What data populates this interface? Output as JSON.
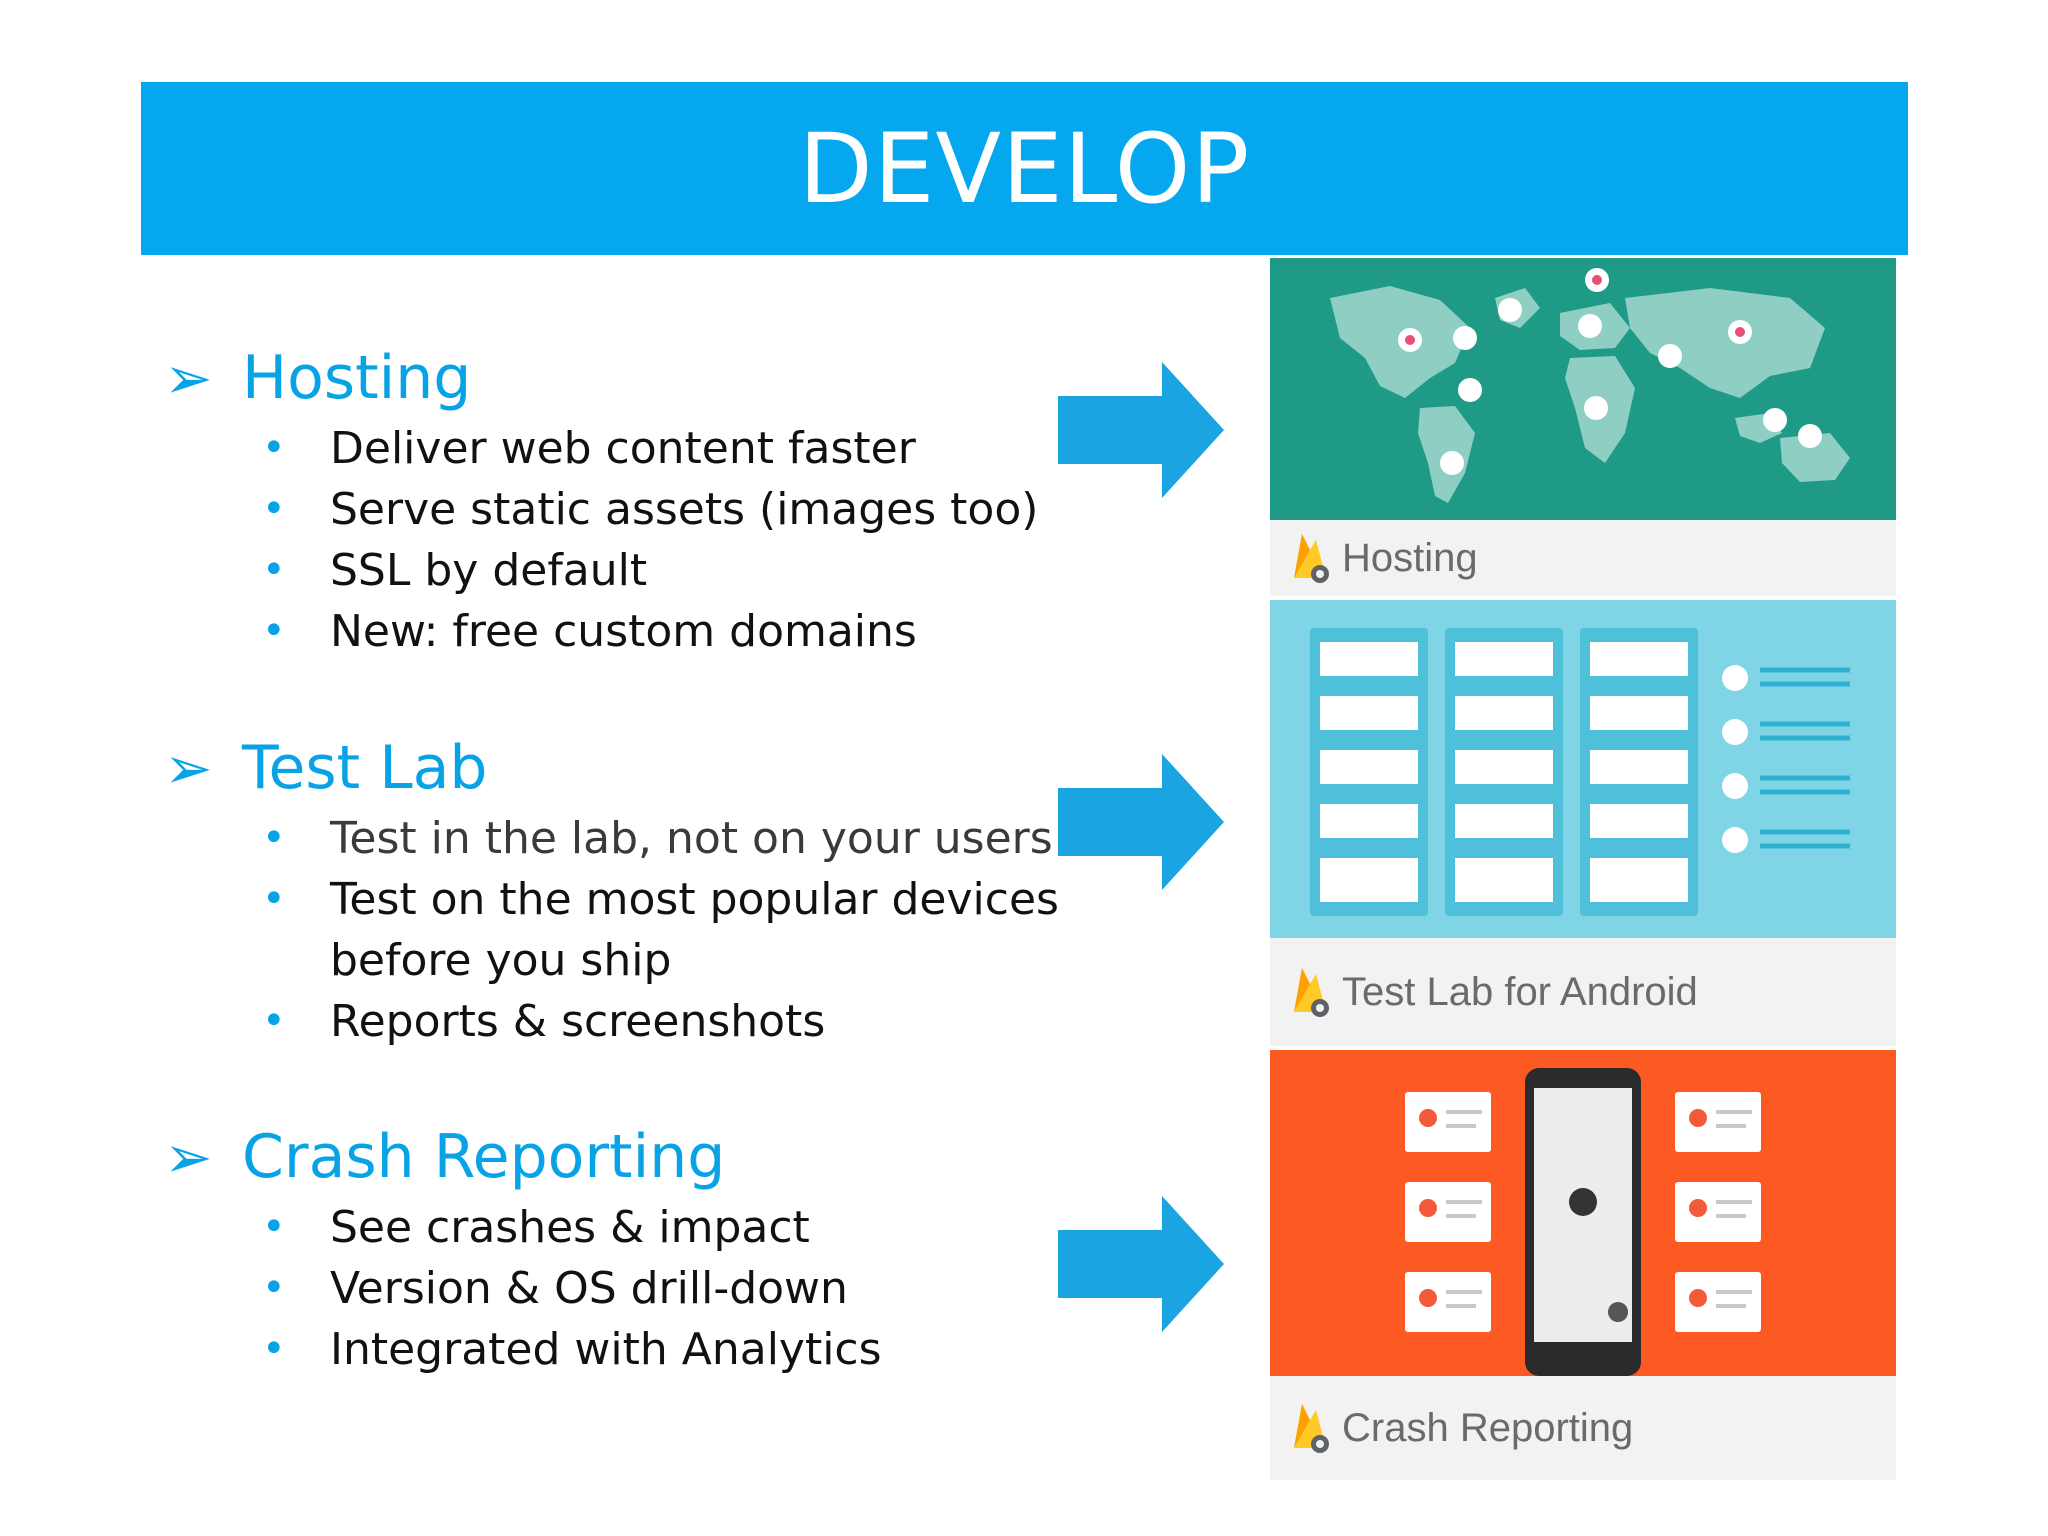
{
  "slide": {
    "title": "DEVELOP",
    "colors": {
      "accent": "#05a8ef",
      "hosting": "#1f9a86",
      "testlab": "#7fd4e6",
      "crash": "#fc5a22"
    }
  },
  "sections": [
    {
      "name": "Hosting",
      "bullets": [
        "Deliver web content faster",
        "Serve static assets (images too)",
        "SSL by default",
        "New: free custom domains"
      ]
    },
    {
      "name": "Test Lab",
      "bullets": [
        "Test in the lab, not  on your users",
        "Test on the most popular devices",
        "before you ship",
        "Reports & screenshots"
      ]
    },
    {
      "name": "Crash Reporting",
      "bullets": [
        "See crashes & impact",
        "Version & OS drill-down",
        "Integrated with Analytics"
      ]
    }
  ],
  "panels": [
    {
      "label": "Hosting",
      "icon": "firebase-flame-icon"
    },
    {
      "label": "Test Lab for Android",
      "icon": "firebase-flame-icon"
    },
    {
      "label": "Crash Reporting",
      "icon": "firebase-flame-icon"
    }
  ]
}
